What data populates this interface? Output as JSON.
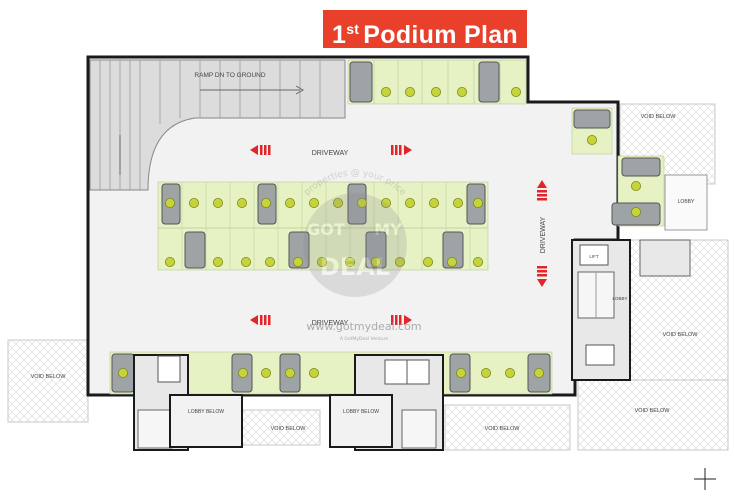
{
  "title": {
    "number": "1",
    "suffix": "st",
    "text": "Podium Plan"
  },
  "labels": {
    "ramp": "RAMP DN TO GROUND",
    "driveway_top": "DRIVEWAY",
    "driveway_bottom": "DRIVEWAY",
    "driveway_side": "DRIVEWAY",
    "void_below": "VOID BELOW",
    "lobby": "LOBBY",
    "lobby_below": "LOBBY BELOW",
    "lift": "LIFT",
    "lobby_vertical": "LOBBY"
  },
  "watermark": {
    "arc_text": "properties @ your price",
    "got": "GOT",
    "my": "MY",
    "deal": "DEAL",
    "url": "www.gotmydeal.com",
    "sub": "A GotMyDeal Venture"
  },
  "colors": {
    "title_bg": "#e8402a",
    "arrow": "#e0262a",
    "spot": "#c7d33b",
    "floor": "#f2f2f2",
    "wall": "#1a1a1a",
    "parking": "#e6f2c4"
  }
}
